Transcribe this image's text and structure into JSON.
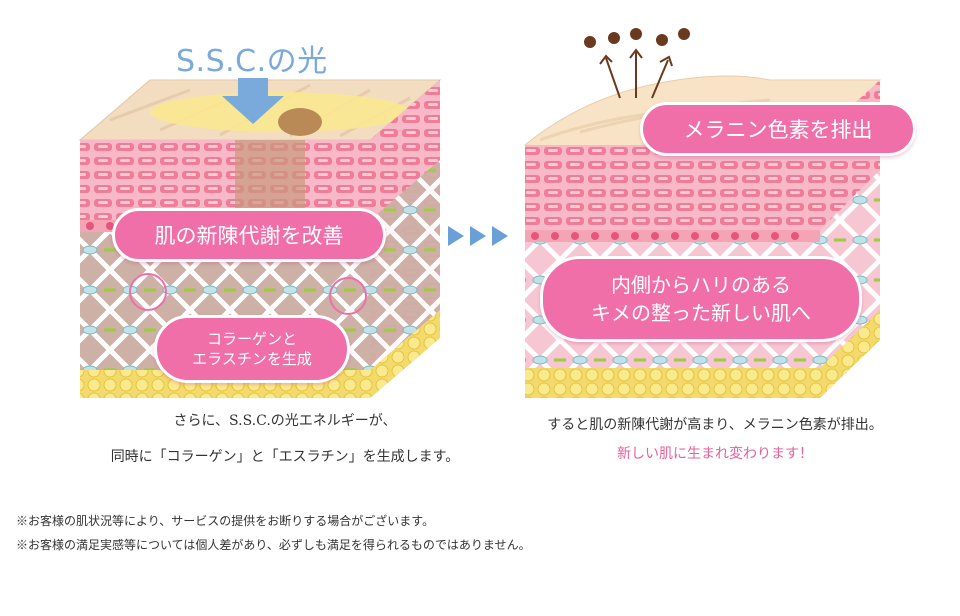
{
  "left_panel": {
    "light_label": "S.S.C.の光",
    "badge_improve": "肌の新陳代謝を改善",
    "badge_collagen_line1": "コラーゲンと",
    "badge_collagen_line2": "エラスチンを生成"
  },
  "right_panel": {
    "badge_melanin": "メラニン色素を排出",
    "badge_result_line1": "内側からハリのある",
    "badge_result_line2": "キメの整った新しい肌へ"
  },
  "captions": {
    "left_line1": "さらに、S.S.C.の光エネルギーが、",
    "left_line2": "同時に「コラーゲン」と「エスラチン」を生成します。",
    "right_line1": "すると肌の新陳代謝が高まり、メラニン色素が排出。",
    "right_line2": "新しい肌に生まれ変わります！"
  },
  "notes": {
    "note1": "※お客様の肌状況等により、サービスの提供をお断りする場合がございます。",
    "note2": "※お客様の満足実感等については個人差があり、必ずしも満足を得られるものではありません。"
  },
  "colors": {
    "accent_pink": "#f06fa8",
    "light_blue": "#7aa9dc",
    "caption_pink": "#e8609c"
  }
}
